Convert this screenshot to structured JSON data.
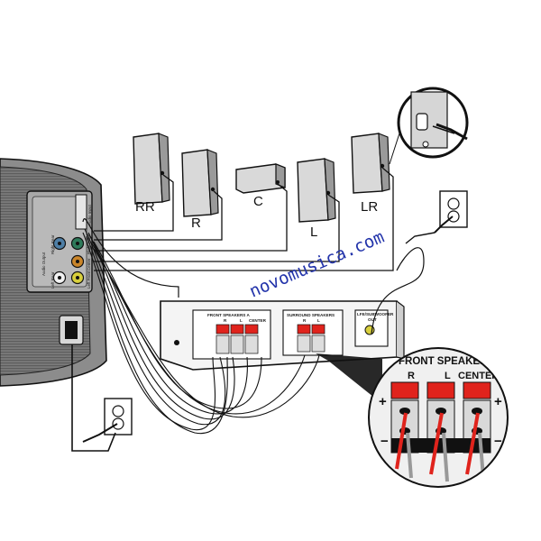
{
  "watermark": "novomusica.com",
  "speakers": [
    {
      "id": "rr",
      "label": "RR"
    },
    {
      "id": "r",
      "label": "R"
    },
    {
      "id": "c",
      "label": "C"
    },
    {
      "id": "l",
      "label": "L"
    },
    {
      "id": "lr",
      "label": "LR"
    }
  ],
  "subwoofer_panel": {
    "audio_input": "Audio Input",
    "audio_output": "Audio Output",
    "right_rear": "Right Rear",
    "right_front": "Right Front",
    "center": "Center",
    "left_front": "Left Front",
    "left_rear": "Left Rear"
  },
  "receiver": {
    "front_speakers": "FRONT SPEAKERS A",
    "front_channels": [
      "R",
      "L",
      "CENTER"
    ],
    "surround_speakers": "SURROUND SPEAKERS",
    "surround_channels": [
      "R",
      "L"
    ],
    "lfe_line1": "LFE/SUBWOOFER",
    "lfe_line2": "OUT"
  },
  "zoom": {
    "title": "FRONT SPEAKERS A",
    "channels": [
      "R",
      "L",
      "CENTER"
    ],
    "plus": "+",
    "minus": "−"
  },
  "colors": {
    "outline": "#111111",
    "terminal_red": "#e0231c",
    "subwoofer_body": "#8c8c8c",
    "jack_blue": "#4f7fa6",
    "jack_orange": "#c9852a",
    "jack_yellow": "#d8cf3c",
    "watermark": "#2233aa"
  }
}
